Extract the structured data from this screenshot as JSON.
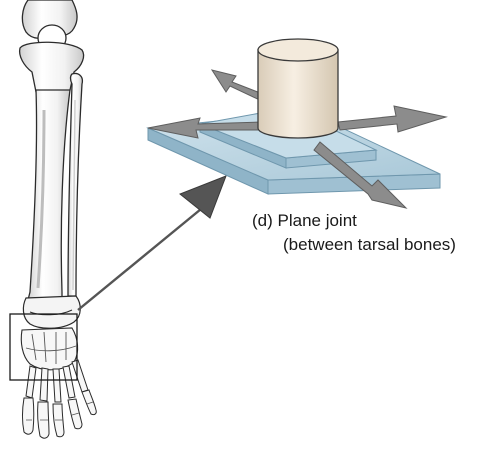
{
  "figure": {
    "panel_label": "(d) Plane joint",
    "subtitle": "(between tarsal bones)",
    "colors": {
      "bone_fill": "#ffffff",
      "bone_outline": "#2b2b2b",
      "bone_shade": "#d9d9d9",
      "plate_top": "#bcd6e3",
      "plate_side": "#8fb4c8",
      "plate_edge": "#6f97ad",
      "cylinder_fill": "#f1e7d8",
      "cylinder_edge": "#3a3a3a",
      "arrow_fill": "#8c8c8c",
      "arrow_edge": "#5e5e5e",
      "callout_arrow": "#555555"
    },
    "icons": [
      "leg-bones-illustration",
      "plane-joint-model",
      "movement-arrows",
      "callout-arrow"
    ]
  }
}
